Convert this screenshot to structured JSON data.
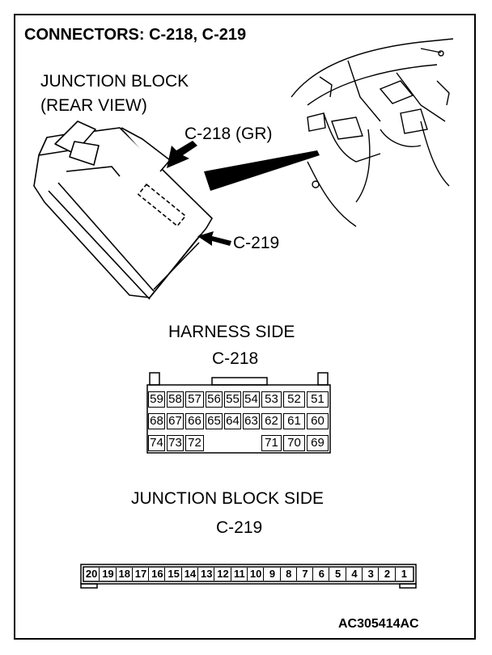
{
  "title": "CONNECTORS: C-218, C-219",
  "junction_block_label": [
    "JUNCTION BLOCK",
    "(REAR VIEW)"
  ],
  "callouts": {
    "c218": "C-218 (GR)",
    "c219": "C-219"
  },
  "harness": {
    "heading": "HARNESS SIDE",
    "name": "C-218",
    "rows": [
      [
        "59",
        "58",
        "57",
        "56",
        "55",
        "54",
        "53",
        "52",
        "51"
      ],
      [
        "68",
        "67",
        "66",
        "65",
        "64",
        "63",
        "62",
        "61",
        "60"
      ],
      [
        "74",
        "73",
        "72",
        "",
        "",
        "",
        "71",
        "70",
        "69"
      ]
    ]
  },
  "jb": {
    "heading": "JUNCTION BLOCK SIDE",
    "name": "C-219",
    "pins": [
      "20",
      "19",
      "18",
      "17",
      "16",
      "15",
      "14",
      "13",
      "12",
      "11",
      "10",
      "9",
      "8",
      "7",
      "6",
      "5",
      "4",
      "3",
      "2",
      "1"
    ]
  },
  "figure_code": "AC305414AC"
}
